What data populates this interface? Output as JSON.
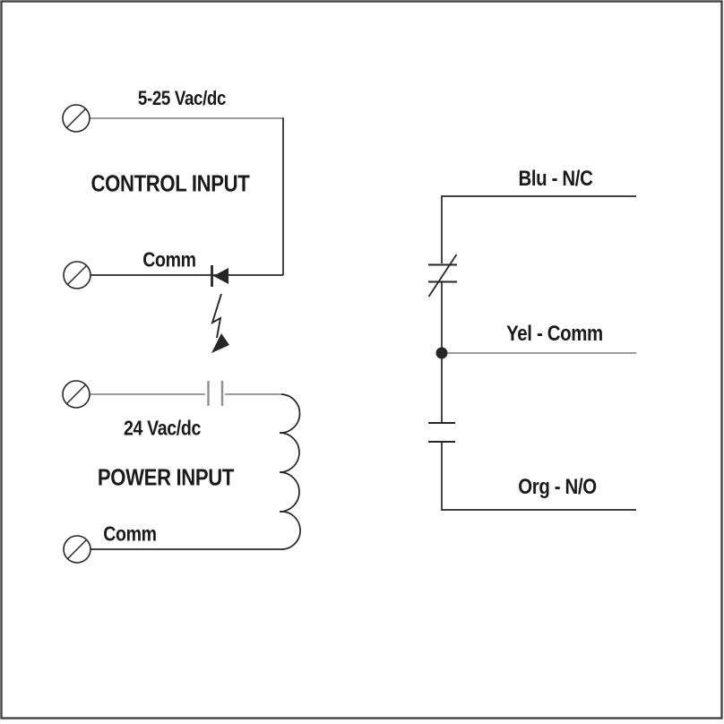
{
  "diagram": {
    "kind": "relay-wiring-schematic",
    "labels": {
      "control_voltage": "5-25 Vac/dc",
      "control_title": "CONTROL INPUT",
      "control_comm": "Comm",
      "power_voltage": "24 Vac/dc",
      "power_title": "POWER INPUT",
      "power_comm": "Comm",
      "output_nc": "Blu - N/C",
      "output_comm": "Yel - Comm",
      "output_no": "Org - N/O"
    },
    "symbols": [
      "screw-terminal-icon",
      "led-diode-icon",
      "optical-coupling-arrow-icon",
      "capacitor-icon",
      "relay-coil-icon",
      "nc-contact-icon",
      "no-contact-icon",
      "junction-dot"
    ],
    "colors": {
      "background": "#ffffff",
      "text": "#1a1a1a",
      "wire_dark": "#262626",
      "wire_gray": "#8f8f8f",
      "border": "#454545"
    }
  }
}
